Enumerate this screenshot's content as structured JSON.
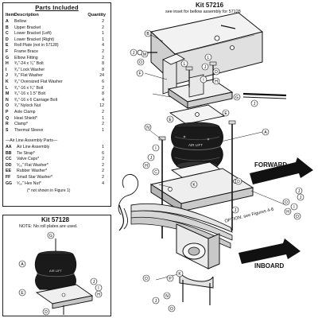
{
  "parts": {
    "title": "Parts Included",
    "headers": {
      "item": "Item",
      "description": "Description",
      "quantity": "Quantity"
    },
    "items": [
      {
        "letter": "A",
        "desc": "Bellow",
        "qty": "2"
      },
      {
        "letter": "B",
        "desc": "Upper Bracket",
        "qty": "2"
      },
      {
        "letter": "C",
        "desc": "Lower Bracket (Left)",
        "qty": "1"
      },
      {
        "letter": "D",
        "desc": "Lower Bracket (Right)",
        "qty": "1"
      },
      {
        "letter": "E",
        "desc": "Roll Plate (not in 57128)",
        "qty": "4"
      },
      {
        "letter": "F",
        "desc": "Frame Brace",
        "qty": "2"
      },
      {
        "letter": "G",
        "desc": "Elbow Fitting",
        "qty": "2"
      },
      {
        "letter": "H",
        "desc": "³⁄₈\"-24 x ⁷⁄₈\" Bolt",
        "qty": "8"
      },
      {
        "letter": "I",
        "desc": "³⁄₈\" Lock Washer",
        "qty": "8"
      },
      {
        "letter": "J",
        "desc": "³⁄₈\" Flat Washer",
        "qty": "24"
      },
      {
        "letter": "K",
        "desc": "³⁄₈\" Oversized Flat Washer",
        "qty": "6"
      },
      {
        "letter": "L",
        "desc": "³⁄₈\"-16 x ³⁄₄\" Bolt",
        "qty": "2"
      },
      {
        "letter": "M",
        "desc": "³⁄₈\"-16 x 1.5\" Bolt",
        "qty": "8"
      },
      {
        "letter": "N",
        "desc": "³⁄₈\"-16 x 6 Carriage Bolt",
        "qty": "4"
      },
      {
        "letter": "O",
        "desc": "³⁄₈\" Nylock Nut",
        "qty": "12"
      },
      {
        "letter": "P",
        "desc": "Axle Clamp",
        "qty": "2"
      },
      {
        "letter": "Q",
        "desc": "Heat Shield*",
        "qty": "1"
      },
      {
        "letter": "R",
        "desc": "Clamp*",
        "qty": "2"
      },
      {
        "letter": "S",
        "desc": "Thermal Sleeve",
        "qty": "1"
      }
    ],
    "air_line_title": "Air Line Assembly Parts",
    "air_line_items": [
      {
        "letter": "AA",
        "desc": "Air Line Assembly",
        "qty": "1"
      },
      {
        "letter": "BB",
        "desc": "Tie Strap*",
        "qty": "6"
      },
      {
        "letter": "CC",
        "desc": "Valve Caps*",
        "qty": "2"
      },
      {
        "letter": "DD",
        "desc": "⁵⁄₁₆\" Flat Washer*",
        "qty": "2"
      },
      {
        "letter": "EE",
        "desc": "Rubber Washer*",
        "qty": "2"
      },
      {
        "letter": "FF",
        "desc": "Small Star Washer*",
        "qty": "2"
      },
      {
        "letter": "GG",
        "desc": "⁵⁄₁₆\" Hex Nut*",
        "qty": "4"
      }
    ],
    "footnote": "(* not shown in Figure 1)"
  },
  "kit_57216": {
    "title": "Kit 57216",
    "subtitle": "see inset for bellow assembly for 57128"
  },
  "kit_57128": {
    "title": "Kit 57128",
    "note": "NOTE: No roll plates are used."
  },
  "labels": {
    "forward": "FORWARD",
    "inboard": "INBOARD",
    "option": "OPTION: see Figures 4-6",
    "bellow_brand": "AIR LIFT"
  },
  "callouts": {
    "main": [
      "B",
      "F",
      "J",
      "M",
      "O",
      "D",
      "L",
      "J",
      "I",
      "H",
      "L",
      "G",
      "J",
      "E",
      "E",
      "N",
      "A",
      "C",
      "J",
      "I",
      "H",
      "K",
      "O",
      "J",
      "J",
      "I",
      "H",
      "D",
      "O",
      "J",
      "K",
      "P",
      "O",
      "N",
      "J",
      "O"
    ],
    "inset": [
      "G",
      "A",
      "E",
      "J",
      "I",
      "H",
      "D"
    ]
  },
  "colors": {
    "ink": "#111111",
    "bellow_dark": "#1a1a1a",
    "metal_light": "#e8e8e8",
    "metal_mid": "#b8b8b8",
    "background": "#ffffff"
  }
}
